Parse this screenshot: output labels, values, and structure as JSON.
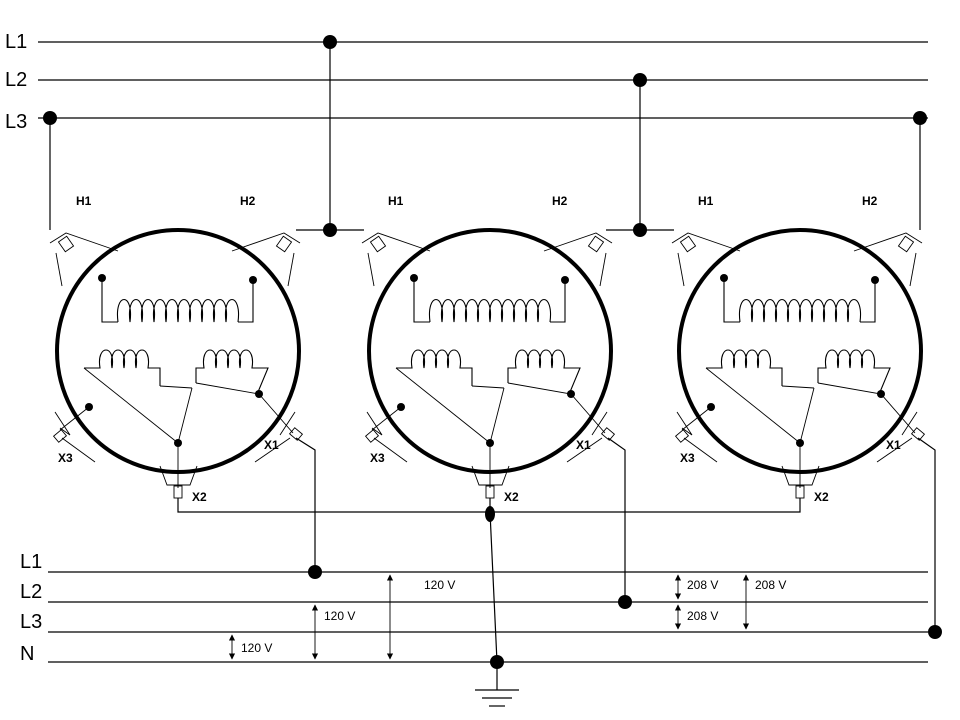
{
  "primary_bus": {
    "l1": "L1",
    "l2": "L2",
    "l3": "L3"
  },
  "secondary_bus": {
    "l1": "L1",
    "l2": "L2",
    "l3": "L3",
    "n": "N"
  },
  "transformers": [
    {
      "h1": "H1",
      "h2": "H2",
      "x1": "X1",
      "x2": "X2",
      "x3": "X3"
    },
    {
      "h1": "H1",
      "h2": "H2",
      "x1": "X1",
      "x2": "X2",
      "x3": "X3"
    },
    {
      "h1": "H1",
      "h2": "H2",
      "x1": "X1",
      "x2": "X2",
      "x3": "X3"
    }
  ],
  "voltages": {
    "l1_n": "120 V",
    "l2_n": "120 V",
    "l3_n": "120 V",
    "l1_l2": "208 V",
    "l2_l3": "208 V",
    "l1_l3": "208 V"
  }
}
